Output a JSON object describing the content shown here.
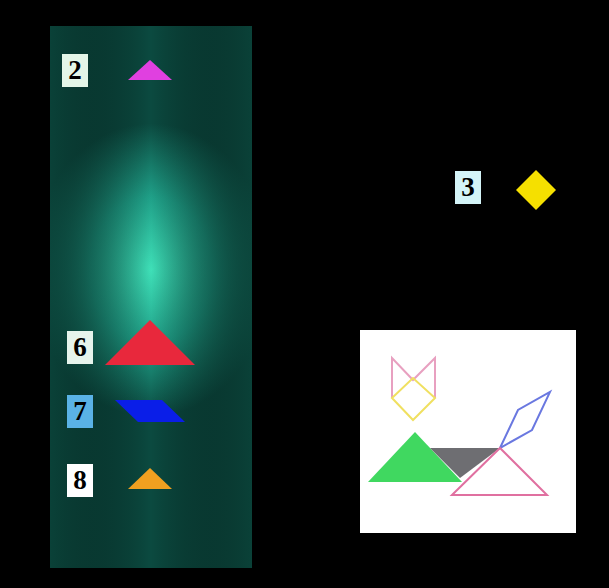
{
  "diagram": {
    "nodes": [
      {
        "text": [
          "2"
        ]
      },
      {
        "text": [
          "3"
        ]
      },
      {
        "text": [
          "6"
        ]
      },
      {
        "text": [
          "7"
        ]
      },
      {
        "text": [
          "8"
        ]
      }
    ]
  }
}
